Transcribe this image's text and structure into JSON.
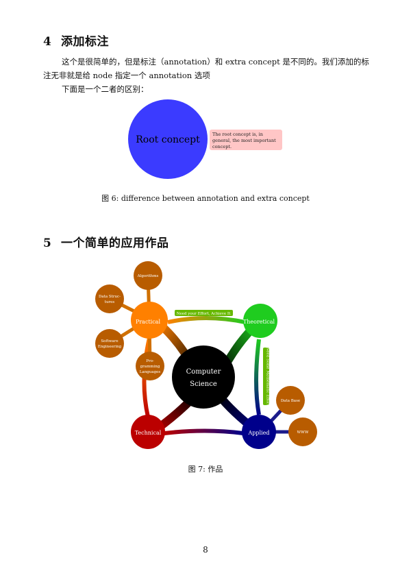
{
  "section4": {
    "number": "4",
    "title": "添加标注",
    "para1_line1": "这个是很简单的，但是标注（annotation）和 extra concept 是不同的。我们添加的标",
    "para1_line2": "注无非就是给 node 指定一个 annotation 选项",
    "para2": "下面是一个二者的区别："
  },
  "figure6": {
    "root_label": "Root concept",
    "annotation_line1": "The root concept is, in",
    "annotation_line2": "general, the most important",
    "annotation_line3": "concept.",
    "caption": "图 6: difference between annotation and extra concept",
    "colors": {
      "root": "#3b3bff",
      "annotation_bg": "#ffc6c6"
    }
  },
  "section5": {
    "number": "5",
    "title": "一个简单的应用作品"
  },
  "figure7": {
    "center_line1": "Computer",
    "center_line2": "Science",
    "practical": "Practical",
    "theoretical": "Theoretical",
    "technical": "Technical",
    "applied": "Applied",
    "algorithms": "Algorithms",
    "data_structures_1": "Data Struc-",
    "data_structures_2": "tures",
    "software_eng_1": "Software",
    "software_eng_2": "Engineering",
    "prog_lang_1": "Pro-",
    "prog_lang_2": "gramming",
    "prog_lang_3": "Languages",
    "data_base": "Data Base",
    "www": "WWW",
    "annotation_h": "Need your Effort, Achieve It",
    "annotation_v": "Need Some Mathematic Effort",
    "caption": "图 7: 作品",
    "colors": {
      "center": "#000000",
      "practical": "#ff8000",
      "theoretical": "#1fcc1f",
      "technical": "#bb0000",
      "applied": "#00008b",
      "sub": "#b85c00",
      "annotation": "#66b800"
    }
  },
  "footer": {
    "page_number": "8"
  }
}
